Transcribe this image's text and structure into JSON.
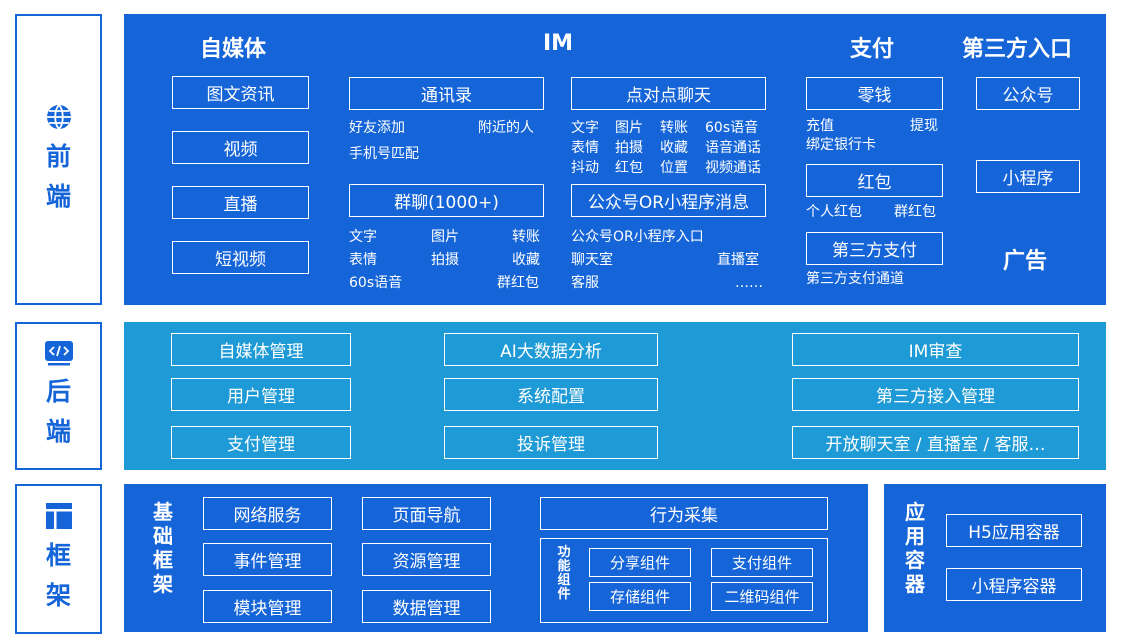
{
  "colors": {
    "primary": "#1565d8",
    "backend": "#1e9ad6",
    "white": "#ffffff"
  },
  "sections": {
    "frontend": {
      "label_chars": [
        "前",
        "端"
      ],
      "icon": "globe-icon"
    },
    "backend": {
      "label_chars": [
        "后",
        "端"
      ],
      "icon": "code-icon"
    },
    "framework": {
      "label_chars": [
        "框",
        "架"
      ],
      "icon": "layout-icon"
    }
  },
  "frontend": {
    "self_media": {
      "title": "自媒体",
      "items": [
        "图文资讯",
        "视频",
        "直播",
        "短视频"
      ]
    },
    "im": {
      "title": "IM",
      "contacts": {
        "label": "通讯录",
        "line1_left": "好友添加",
        "line1_right": "附近的人",
        "line2": "手机号匹配"
      },
      "group_chat": {
        "label": "群聊(1000+)",
        "rows": [
          [
            "文字",
            "图片",
            "转账"
          ],
          [
            "表情",
            "拍摄",
            "收藏"
          ],
          [
            "60s语音",
            "",
            "群红包"
          ]
        ]
      },
      "p2p_chat": {
        "label": "点对点聊天",
        "rows": [
          [
            "文字",
            "图片",
            "转账",
            "60s语音"
          ],
          [
            "表情",
            "拍摄",
            "收藏",
            "语音通话"
          ],
          [
            "抖动",
            "红包",
            "位置",
            "视频通话"
          ]
        ]
      },
      "public_msg": {
        "label": "公众号OR小程序消息",
        "line1": "公众号OR小程序入口",
        "line2_left": "聊天室",
        "line2_right": "直播室",
        "line3_left": "客服",
        "line3_right": "……"
      }
    },
    "payment": {
      "title": "支付",
      "change": {
        "label": "零钱",
        "line1_left": "充值",
        "line1_right": "提现",
        "line2": "绑定银行卡"
      },
      "red_packet": {
        "label": "红包",
        "left": "个人红包",
        "right": "群红包"
      },
      "third_party": {
        "label": "第三方支付",
        "sub": "第三方支付通道"
      }
    },
    "third_entry": {
      "title": "第三方入口",
      "items": [
        "公众号",
        "小程序"
      ]
    },
    "ads": {
      "title": "广告"
    }
  },
  "backend": {
    "col1": [
      "自媒体管理",
      "用户管理",
      "支付管理"
    ],
    "col2": [
      "AI大数据分析",
      "系统配置",
      "投诉管理"
    ],
    "col3": [
      "IM审查",
      "第三方接入管理",
      "开放聊天室 / 直播室 / 客服…"
    ]
  },
  "framework": {
    "base": {
      "title_chars": [
        "基",
        "础",
        "框",
        "架"
      ],
      "col1": [
        "网络服务",
        "事件管理",
        "模块管理"
      ],
      "col2": [
        "页面导航",
        "资源管理",
        "数据管理"
      ],
      "behavior": "行为采集",
      "components": {
        "title_chars": [
          "功",
          "能",
          "组",
          "件"
        ],
        "items": [
          "分享组件",
          "支付组件",
          "存储组件",
          "二维码组件"
        ]
      }
    },
    "app_container": {
      "title_chars": [
        "应",
        "用",
        "容",
        "器"
      ],
      "items": [
        "H5应用容器",
        "小程序容器"
      ]
    }
  }
}
